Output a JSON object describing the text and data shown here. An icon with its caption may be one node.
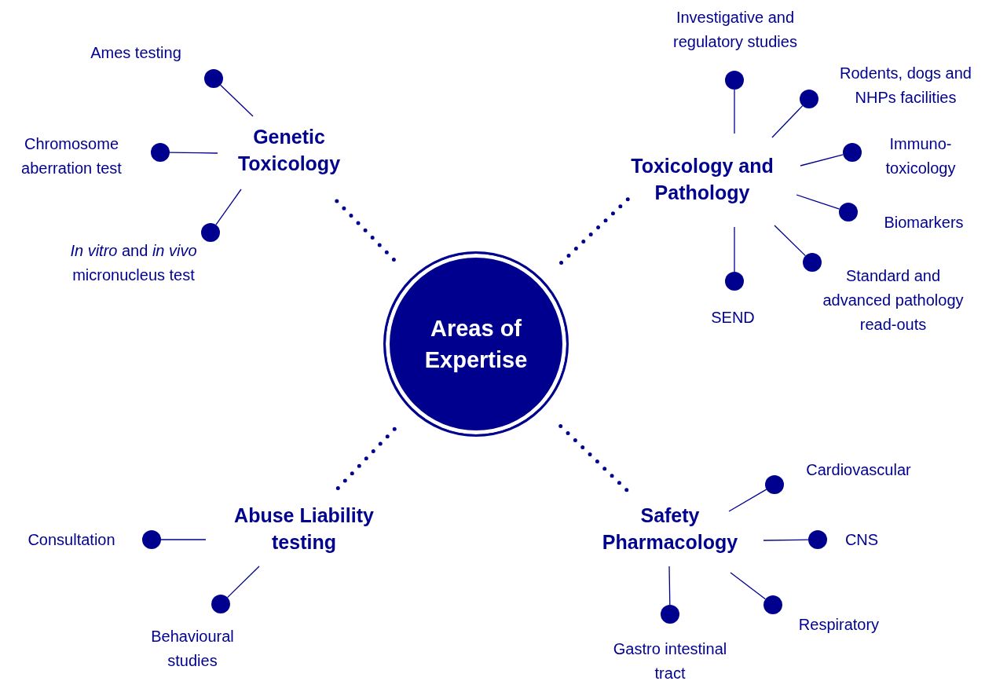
{
  "diagram": {
    "nodes": [
      {
        "text": [
          "Areas of Expertise"
        ]
      },
      {
        "text": [
          "Genetic Toxicology"
        ]
      },
      {
        "text": [
          "Toxicology and Pathology"
        ]
      },
      {
        "text": [
          "Abuse Liability testing"
        ]
      },
      {
        "text": [
          "Safety Pharmacology"
        ]
      },
      {
        "text": [],
        "shape": "circle",
        "beside": [
          "Ames testing"
        ]
      },
      {
        "text": [],
        "shape": "circle",
        "beside": [
          "Chromosome aberration test"
        ]
      },
      {
        "text": [],
        "shape": "circle",
        "beside": [
          "*In vitro* and *in vivo* micronucleus test"
        ]
      },
      {
        "text": [],
        "shape": "circle",
        "beside": [
          "Investigative and regulatory studies"
        ]
      },
      {
        "text": [],
        "shape": "circle",
        "beside": [
          "Rodents, dogs and NHPs facilities"
        ]
      },
      {
        "text": [],
        "shape": "circle",
        "beside": [
          "Immuno-toxicology"
        ]
      },
      {
        "text": [],
        "shape": "circle",
        "beside": [
          "Biomarkers"
        ]
      },
      {
        "text": [],
        "shape": "circle",
        "beside": [
          "Standard and advanced pathology read-outs"
        ]
      },
      {
        "text": [],
        "shape": "circle",
        "beside": [
          "SEND"
        ]
      },
      {
        "text": [],
        "shape": "circle",
        "beside": [
          "Consultation"
        ]
      },
      {
        "text": [],
        "shape": "circle",
        "beside": [
          "Behavioural studies"
        ]
      },
      {
        "text": [],
        "shape": "circle",
        "beside": [
          "Cardiovascular"
        ]
      },
      {
        "text": [],
        "shape": "circle",
        "beside": [
          "CNS"
        ]
      },
      {
        "text": [],
        "shape": "circle",
        "beside": [
          "Respiratory"
        ]
      },
      {
        "text": [],
        "shape": "circle",
        "beside": [
          "Gastro intestinal tract"
        ]
      }
    ],
    "edges": [
      {
        "from": 0,
        "to": 1,
        "arrow": "none",
        "style": "dashed"
      },
      {
        "from": 0,
        "to": 2,
        "arrow": "none",
        "style": "dashed"
      },
      {
        "from": 0,
        "to": 3,
        "arrow": "none",
        "style": "dashed"
      },
      {
        "from": 0,
        "to": 4,
        "arrow": "none",
        "style": "dashed"
      },
      {
        "from": 1,
        "to": 5,
        "arrow": "none"
      },
      {
        "from": 1,
        "to": 6,
        "arrow": "none"
      },
      {
        "from": 1,
        "to": 7,
        "arrow": "none"
      },
      {
        "from": 2,
        "to": 8,
        "arrow": "none"
      },
      {
        "from": 2,
        "to": 9,
        "arrow": "none"
      },
      {
        "from": 2,
        "to": 10,
        "arrow": "none"
      },
      {
        "from": 2,
        "to": 11,
        "arrow": "none"
      },
      {
        "from": 2,
        "to": 12,
        "arrow": "none"
      },
      {
        "from": 2,
        "to": 13,
        "arrow": "none"
      },
      {
        "from": 3,
        "to": 14,
        "arrow": "none"
      },
      {
        "from": 3,
        "to": 15,
        "arrow": "none"
      },
      {
        "from": 4,
        "to": 16,
        "arrow": "none"
      },
      {
        "from": 4,
        "to": 17,
        "arrow": "none"
      },
      {
        "from": 4,
        "to": 18,
        "arrow": "none"
      },
      {
        "from": 4,
        "to": 19,
        "arrow": "none"
      }
    ]
  }
}
